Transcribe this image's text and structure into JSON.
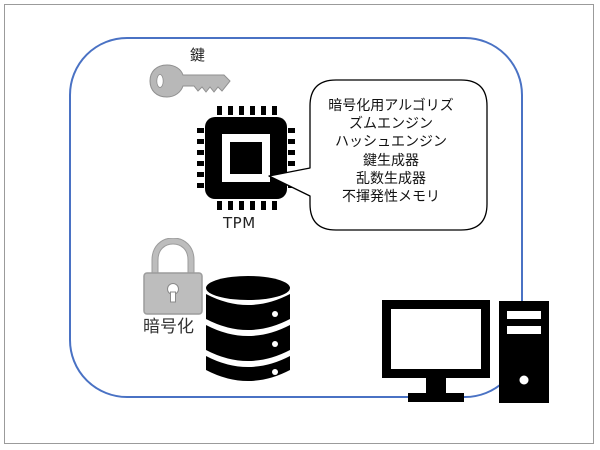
{
  "key": {
    "label": "鍵",
    "icon": "key-icon",
    "color": "#b5b5b5"
  },
  "tpm": {
    "label": "TPM",
    "icon": "chip-icon",
    "functions": [
      "暗号化用アルゴリズ",
      "ズムエンジン",
      "ハッシュエンジン",
      "鍵生成器",
      "乱数生成器",
      "不揮発性メモリ"
    ]
  },
  "encryption": {
    "label": "暗号化",
    "lock_icon": "padlock-icon",
    "storage_icon": "database-icon",
    "lock_color": "#b5b5b5"
  },
  "computer": {
    "monitor_icon": "monitor-icon",
    "tower_icon": "pc-tower-icon"
  },
  "colors": {
    "system_border": "#4a72c4",
    "icon_dark": "#000000"
  }
}
